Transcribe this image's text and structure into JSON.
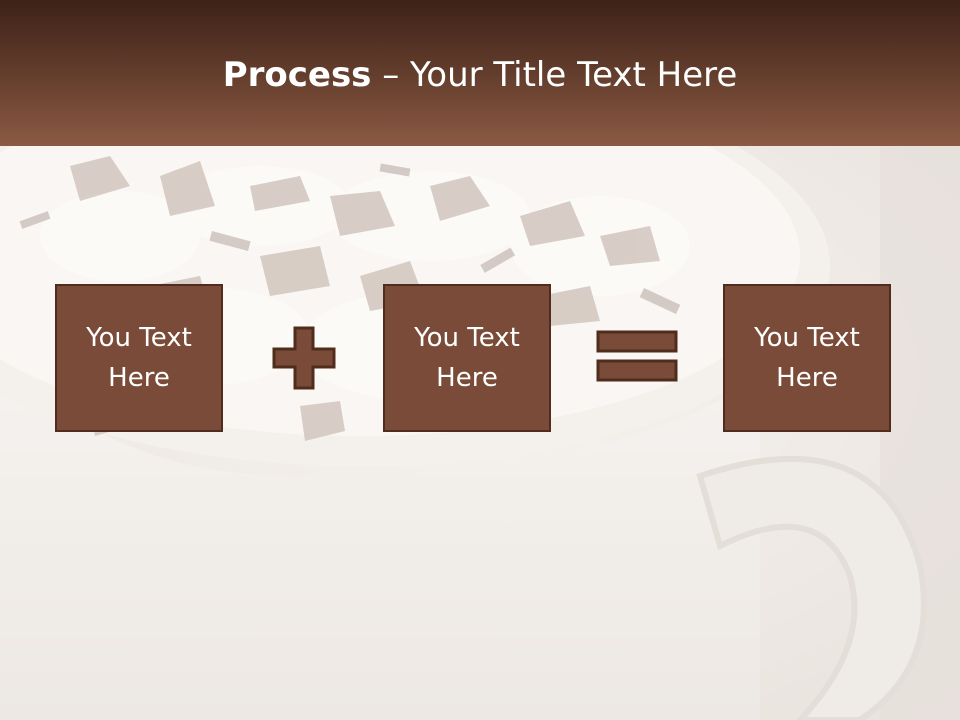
{
  "header": {
    "title_bold": "Process",
    "title_rest": " – Your Title Text Here"
  },
  "process": {
    "boxes": [
      {
        "label": "You Text Here"
      },
      {
        "label": "You Text Here"
      },
      {
        "label": "You Text Here"
      }
    ],
    "operators": [
      "plus-icon",
      "equals-icon"
    ]
  },
  "colors": {
    "header_dark": "#3d2218",
    "header_light": "#8b5a43",
    "box_fill": "#7a4b38",
    "box_border": "#4f2c1d",
    "text": "#ffffff"
  }
}
